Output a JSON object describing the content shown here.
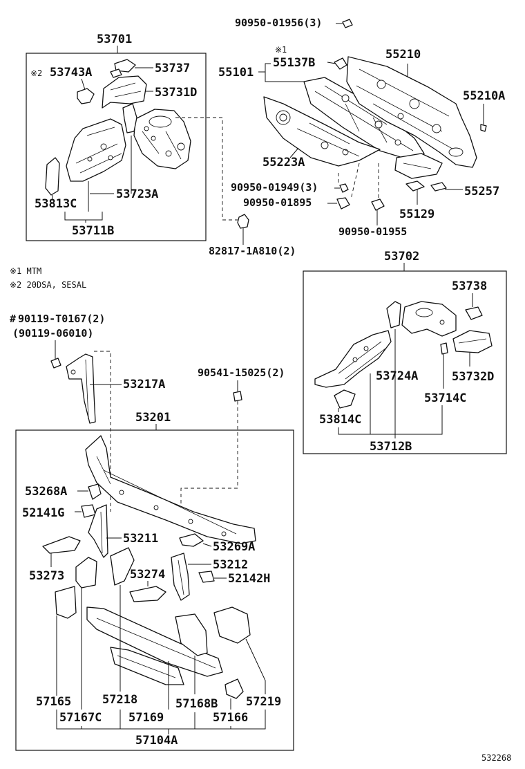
{
  "labels": {
    "g53701": "53701",
    "p53743A": "53743A",
    "mark2": "※2",
    "p53737": "53737",
    "p53731D": "53731D",
    "p53813C": "53813C",
    "p53723A": "53723A",
    "p53711B": "53711B",
    "p9095001956": "90950-01956(3)",
    "mark1": "※1",
    "p55137B": "55137B",
    "p55101": "55101",
    "p55210": "55210",
    "p55210A": "55210A",
    "p55223A": "55223A",
    "p9095001949": "90950-01949(3)",
    "p9095001895": "90950-01895",
    "p55257": "55257",
    "p55129": "55129",
    "p9095001955": "90950-01955",
    "p828171A810": "82817-1A810(2)",
    "p9011906010": "(90119-06010)",
    "p53217A": "53217A",
    "p9054115025": "90541-15025(2)",
    "g53702": "53702",
    "p53738": "53738",
    "p53724A": "53724A",
    "p53732D": "53732D",
    "p53714C": "53714C",
    "p53814C": "53814C",
    "p53712B": "53712B",
    "g53201": "53201",
    "p53268A": "53268A",
    "p52141G": "52141G",
    "p53211": "53211",
    "p53269A": "53269A",
    "p53273": "53273",
    "p53274": "53274",
    "p53212": "53212",
    "p52142H": "52142H",
    "p57165": "57165",
    "p57218": "57218",
    "p57168B": "57168B",
    "p57219": "57219",
    "p57167C": "57167C",
    "p57169": "57169",
    "p57166": "57166",
    "p57104A": "57104A"
  },
  "notes": {
    "n1": "※1 MTM",
    "n2": "※2 20DSA, SESAL"
  },
  "bolt": {
    "hash": "#",
    "label": "90119-T0167(2)"
  },
  "figure_id": "532268"
}
